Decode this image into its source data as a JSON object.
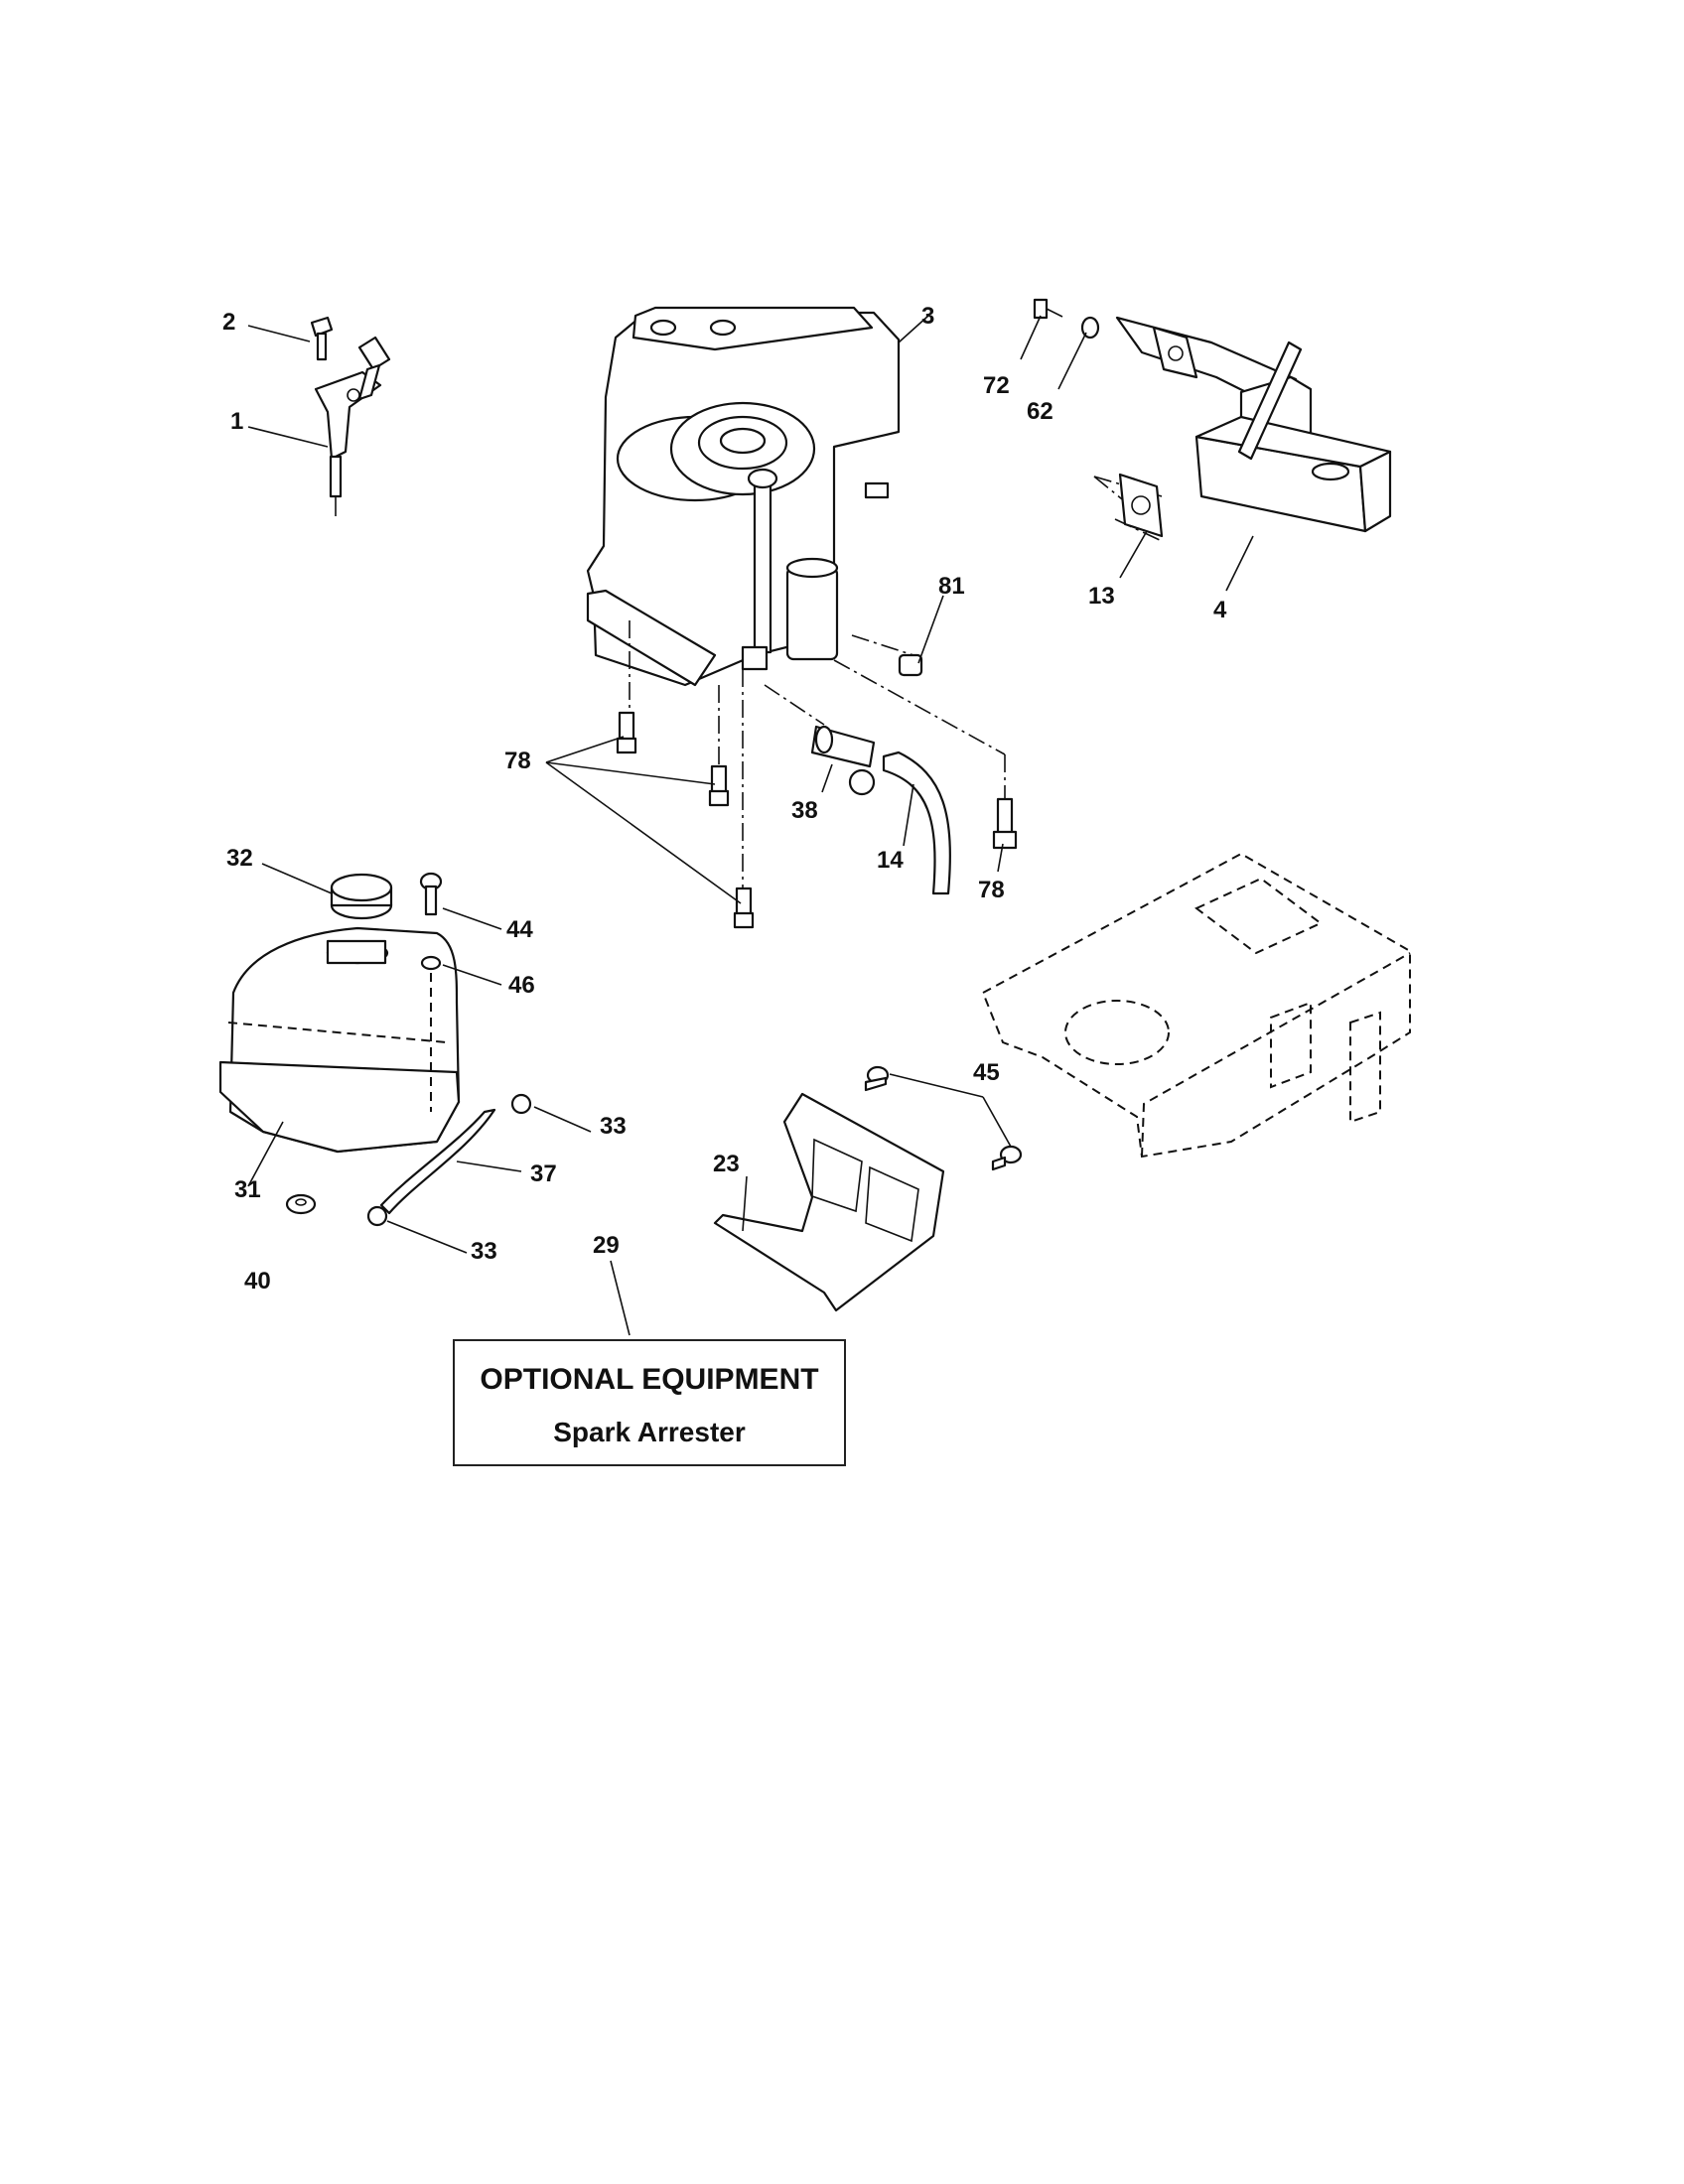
{
  "labels": {
    "p1": "1",
    "p2": "2",
    "p3": "3",
    "p4": "4",
    "p13": "13",
    "p14": "14",
    "p23": "23",
    "p29": "29",
    "p31": "31",
    "p32": "32",
    "p33a": "33",
    "p33b": "33",
    "p37": "37",
    "p38": "38",
    "p40": "40",
    "p44": "44",
    "p45": "45",
    "p46": "46",
    "p62": "62",
    "p72": "72",
    "p78a": "78",
    "p78b": "78",
    "p81": "81"
  },
  "callout": {
    "line1": "OPTIONAL EQUIPMENT",
    "line2": "Spark Arrester"
  }
}
